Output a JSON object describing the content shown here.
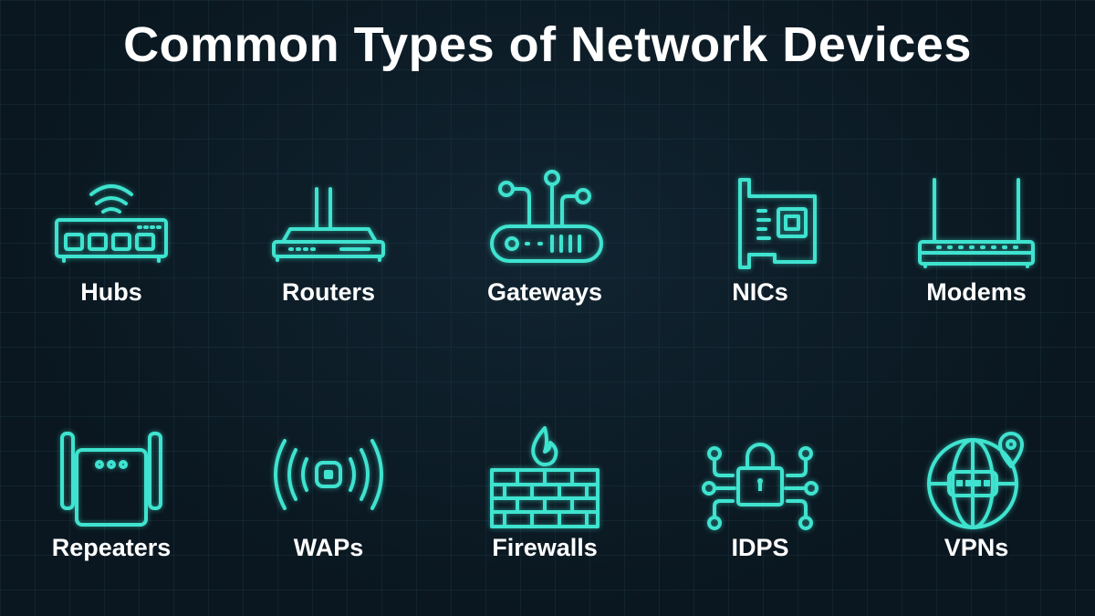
{
  "title": "Common Types of Network Devices",
  "accent_color": "#3fe3cf",
  "devices": [
    {
      "label": "Hubs",
      "icon": "hub-icon"
    },
    {
      "label": "Routers",
      "icon": "router-icon"
    },
    {
      "label": "Gateways",
      "icon": "gateway-icon"
    },
    {
      "label": "NICs",
      "icon": "network-card-icon"
    },
    {
      "label": "Modems",
      "icon": "modem-icon"
    },
    {
      "label": "Repeaters",
      "icon": "repeater-icon"
    },
    {
      "label": "WAPs",
      "icon": "wireless-access-point-icon"
    },
    {
      "label": "Firewalls",
      "icon": "firewall-icon"
    },
    {
      "label": "IDPS",
      "icon": "lock-circuit-icon"
    },
    {
      "label": "VPNs",
      "icon": "globe-vpn-icon"
    }
  ]
}
